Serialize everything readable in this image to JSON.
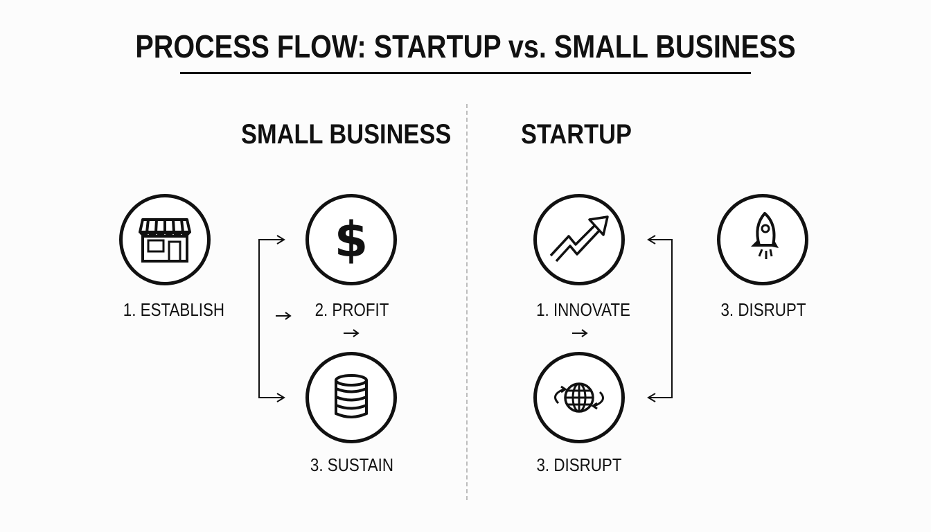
{
  "title": "PROCESS FLOW: STARTUP vs. SMALL BUSINESS",
  "small_business": {
    "heading": "SMALL BUSINESS",
    "steps": [
      {
        "label": "1. ESTABLISH",
        "icon": "storefront-icon"
      },
      {
        "label": "2. PROFIT",
        "icon": "dollar-sign-icon"
      },
      {
        "label": "3. SUSTAIN",
        "icon": "coin-stack-icon"
      }
    ]
  },
  "startup": {
    "heading": "STARTUP",
    "steps": [
      {
        "label": "1. INNOVATE",
        "icon": "trend-up-arrow-icon"
      },
      {
        "label": "3. DISRUPT",
        "icon": "globe-cycle-icon"
      },
      {
        "label": "3. DISRUPT",
        "icon": "rocket-icon"
      }
    ]
  },
  "arrow_glyph": "→"
}
